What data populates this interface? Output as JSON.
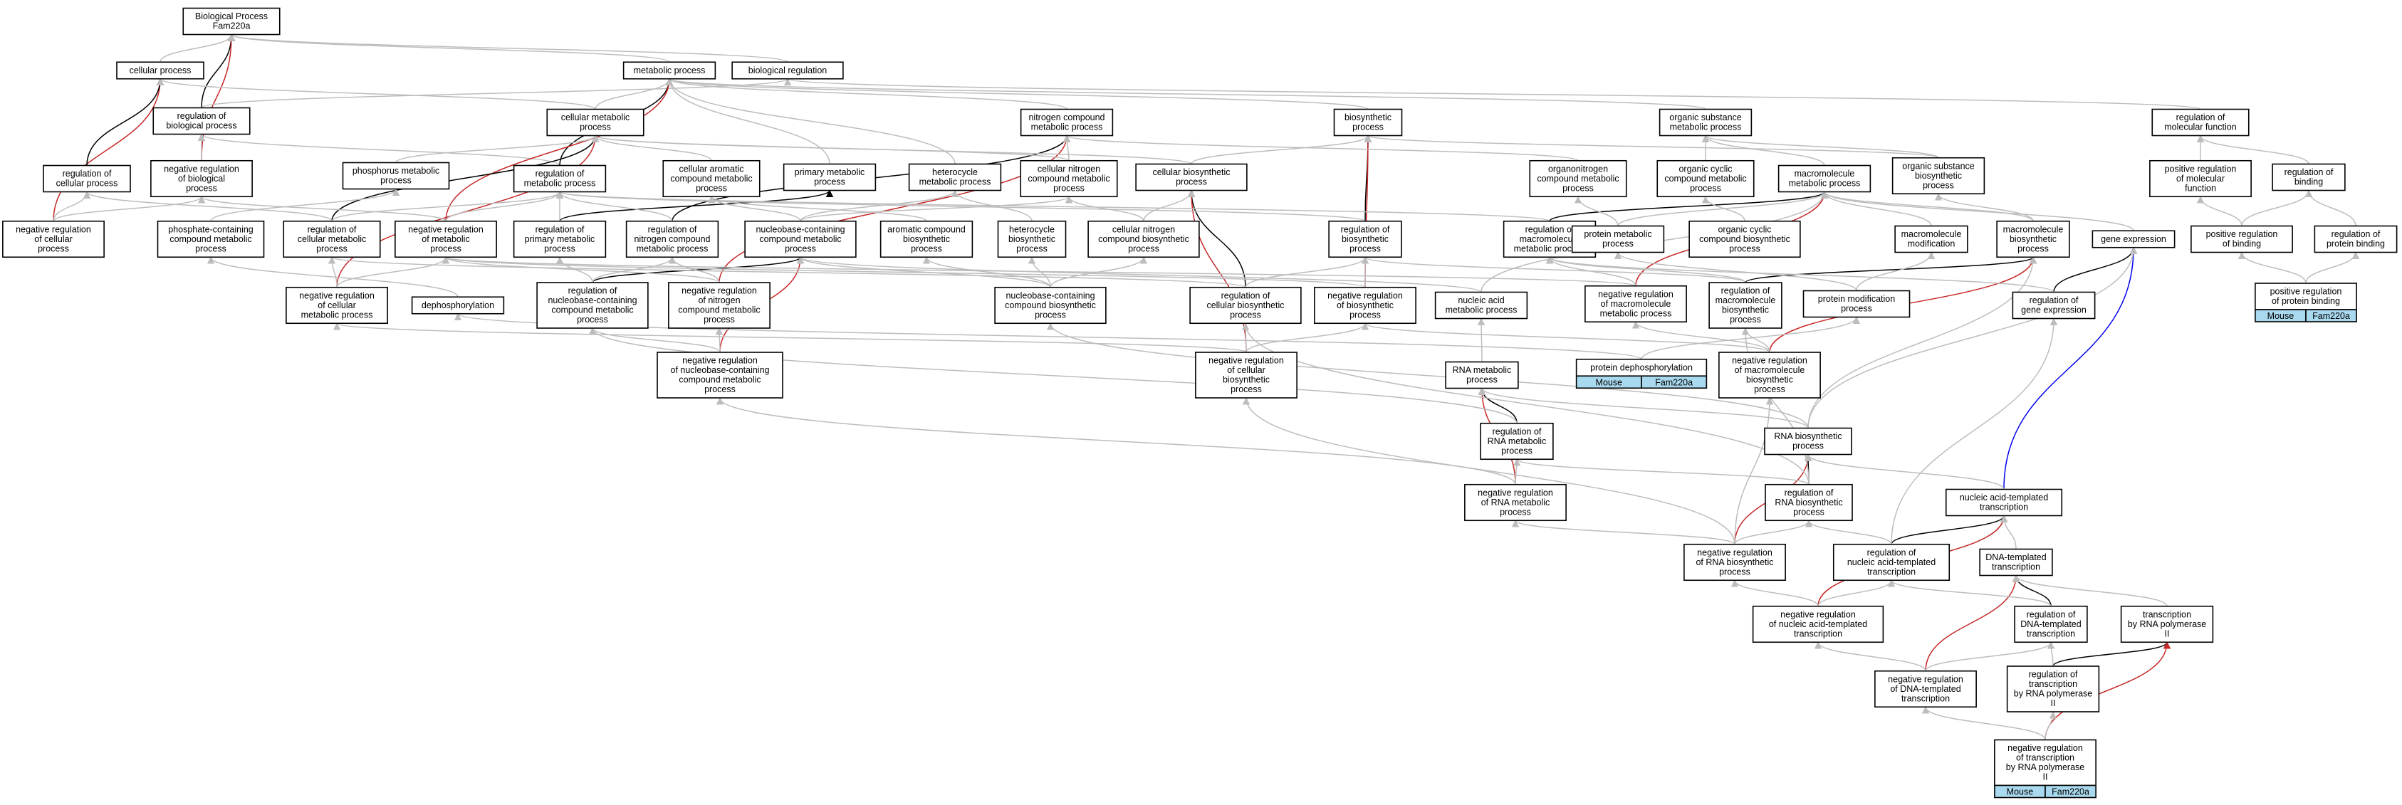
{
  "colors": {
    "is_a": "#bdbdbd",
    "part_of": "#000000",
    "negatively_regulates": "#c62828",
    "positively_regulates": "#0000ee",
    "annotation_fill": "#a9d9ee"
  },
  "annotation": {
    "species": "Mouse",
    "gene": "Fam220a"
  },
  "nodes": {
    "n00": {
      "lines": [
        "Biological Process",
        "Fam220a"
      ]
    },
    "n01": {
      "lines": [
        "cellular process"
      ]
    },
    "n02": {
      "lines": [
        "metabolic process"
      ]
    },
    "n03": {
      "lines": [
        "biological regulation"
      ]
    },
    "n04": {
      "lines": [
        "regulation of",
        "biological process"
      ]
    },
    "n05": {
      "lines": [
        "cellular metabolic",
        "process"
      ]
    },
    "n06": {
      "lines": [
        "nitrogen compound",
        "metabolic process"
      ]
    },
    "n07": {
      "lines": [
        "biosynthetic",
        "process"
      ]
    },
    "n08": {
      "lines": [
        "organic substance",
        "metabolic process"
      ]
    },
    "n09": {
      "lines": [
        "regulation of",
        "molecular function"
      ]
    },
    "n10": {
      "lines": [
        "regulation of",
        "cellular process"
      ]
    },
    "n11": {
      "lines": [
        "negative regulation",
        "of biological",
        "process"
      ]
    },
    "n12": {
      "lines": [
        "phosphorus metabolic",
        "process"
      ]
    },
    "n13": {
      "lines": [
        "regulation of",
        "metabolic process"
      ]
    },
    "n14": {
      "lines": [
        "cellular aromatic",
        "compound metabolic",
        "process"
      ]
    },
    "n15": {
      "lines": [
        "primary metabolic",
        "process"
      ]
    },
    "n16": {
      "lines": [
        "heterocycle",
        "metabolic process"
      ]
    },
    "n17": {
      "lines": [
        "cellular nitrogen",
        "compound metabolic",
        "process"
      ]
    },
    "n18": {
      "lines": [
        "cellular biosynthetic",
        "process"
      ]
    },
    "n19": {
      "lines": [
        "organonitrogen",
        "compound metabolic",
        "process"
      ]
    },
    "n20": {
      "lines": [
        "organic cyclic",
        "compound metabolic",
        "process"
      ]
    },
    "n21": {
      "lines": [
        "macromolecule",
        "metabolic process"
      ]
    },
    "n22": {
      "lines": [
        "organic substance",
        "biosynthetic",
        "process"
      ]
    },
    "n23": {
      "lines": [
        "positive regulation",
        "of molecular",
        "function"
      ]
    },
    "n24": {
      "lines": [
        "regulation of",
        "binding"
      ]
    },
    "n25": {
      "lines": [
        "negative regulation",
        "of cellular",
        "process"
      ]
    },
    "n26": {
      "lines": [
        "phosphate-containing",
        "compound metabolic",
        "process"
      ]
    },
    "n27": {
      "lines": [
        "regulation of",
        "cellular metabolic",
        "process"
      ]
    },
    "n28": {
      "lines": [
        "negative regulation",
        "of metabolic",
        "process"
      ]
    },
    "n29": {
      "lines": [
        "regulation of",
        "primary metabolic",
        "process"
      ]
    },
    "n30": {
      "lines": [
        "regulation of",
        "nitrogen compound",
        "metabolic process"
      ]
    },
    "n31": {
      "lines": [
        "nucleobase-containing",
        "compound metabolic",
        "process"
      ]
    },
    "n32": {
      "lines": [
        "aromatic compound",
        "biosynthetic",
        "process"
      ]
    },
    "n33": {
      "lines": [
        "heterocycle",
        "biosynthetic",
        "process"
      ]
    },
    "n34": {
      "lines": [
        "cellular nitrogen",
        "compound biosynthetic",
        "process"
      ]
    },
    "n35": {
      "lines": [
        "regulation of",
        "biosynthetic",
        "process"
      ]
    },
    "n36": {
      "lines": [
        "regulation of",
        "macromolecule",
        "metabolic process"
      ]
    },
    "n37": {
      "lines": [
        "protein metabolic",
        "process"
      ]
    },
    "n38": {
      "lines": [
        "organic cyclic",
        "compound biosynthetic",
        "process"
      ]
    },
    "n39": {
      "lines": [
        "macromolecule",
        "modification"
      ]
    },
    "n40": {
      "lines": [
        "macromolecule",
        "biosynthetic",
        "process"
      ]
    },
    "n41": {
      "lines": [
        "gene expression"
      ]
    },
    "n42": {
      "lines": [
        "positive regulation",
        "of binding"
      ]
    },
    "n43": {
      "lines": [
        "regulation of",
        "protein binding"
      ]
    },
    "n44": {
      "lines": [
        "negative regulation",
        "of cellular",
        "metabolic process"
      ]
    },
    "n45": {
      "lines": [
        "dephosphorylation"
      ]
    },
    "n46": {
      "lines": [
        "regulation of",
        "nucleobase-containing",
        "compound metabolic",
        "process"
      ]
    },
    "n47": {
      "lines": [
        "negative regulation",
        "of nitrogen",
        "compound metabolic",
        "process"
      ]
    },
    "n48": {
      "lines": [
        "nucleobase-containing",
        "compound biosynthetic",
        "process"
      ]
    },
    "n49": {
      "lines": [
        "regulation of",
        "cellular biosynthetic",
        "process"
      ]
    },
    "n50": {
      "lines": [
        "negative regulation",
        "of biosynthetic",
        "process"
      ]
    },
    "n51": {
      "lines": [
        "nucleic acid",
        "metabolic process"
      ]
    },
    "n52": {
      "lines": [
        "negative regulation",
        "of macromolecule",
        "metabolic process"
      ]
    },
    "n53": {
      "lines": [
        "regulation of",
        "macromolecule",
        "biosynthetic",
        "process"
      ]
    },
    "n54": {
      "lines": [
        "protein modification",
        "process"
      ]
    },
    "n55": {
      "lines": [
        "regulation of",
        "gene expression"
      ]
    },
    "n56": {
      "lines": [
        "positive regulation",
        "of protein binding"
      ]
    },
    "n57": {
      "lines": [
        "negative regulation",
        "of nucleobase-containing",
        "compound metabolic",
        "process"
      ]
    },
    "n58": {
      "lines": [
        "negative regulation",
        "of cellular",
        "biosynthetic",
        "process"
      ]
    },
    "n59": {
      "lines": [
        "RNA metabolic",
        "process"
      ]
    },
    "n60": {
      "lines": [
        "protein dephosphorylation"
      ]
    },
    "n61": {
      "lines": [
        "negative regulation",
        "of macromolecule",
        "biosynthetic",
        "process"
      ]
    },
    "n62": {
      "lines": [
        "regulation of",
        "RNA metabolic",
        "process"
      ]
    },
    "n63": {
      "lines": [
        "RNA biosynthetic",
        "process"
      ]
    },
    "n64": {
      "lines": [
        "regulation of",
        "RNA biosynthetic",
        "process"
      ]
    },
    "n65": {
      "lines": [
        "negative regulation",
        "of RNA metabolic",
        "process"
      ]
    },
    "n66": {
      "lines": [
        "nucleic acid-templated",
        "transcription"
      ]
    },
    "n67": {
      "lines": [
        "negative regulation",
        "of RNA biosynthetic",
        "process"
      ]
    },
    "n68": {
      "lines": [
        "regulation of",
        "nucleic acid-templated",
        "transcription"
      ]
    },
    "n69": {
      "lines": [
        "DNA-templated",
        "transcription"
      ]
    },
    "n70": {
      "lines": [
        "negative regulation",
        "of nucleic acid-templated",
        "transcription"
      ]
    },
    "n71": {
      "lines": [
        "regulation of",
        "DNA-templated",
        "transcription"
      ]
    },
    "n72": {
      "lines": [
        "transcription",
        "by RNA polymerase",
        "II"
      ]
    },
    "n73": {
      "lines": [
        "negative regulation",
        "of DNA-templated",
        "transcription"
      ]
    },
    "n74": {
      "lines": [
        "regulation of",
        "transcription",
        "by RNA polymerase",
        "II"
      ]
    },
    "n75": {
      "lines": [
        "negative regulation",
        "of transcription",
        "by RNA polymerase",
        "II"
      ]
    }
  },
  "annotated_terms": [
    "n60",
    "n56",
    "n75"
  ],
  "edges": [
    [
      "n01",
      "n00",
      "is_a"
    ],
    [
      "n03",
      "n00",
      "is_a"
    ],
    [
      "n10",
      "n01",
      "is_a"
    ],
    [
      "n04",
      "n00",
      "part_of"
    ],
    [
      "n11",
      "n00",
      "negatively_regulates"
    ],
    [
      "n25",
      "n01",
      "negatively_regulates"
    ],
    [
      "n10",
      "n01",
      "part_of"
    ],
    [
      "n05",
      "n01",
      "is_a"
    ],
    [
      "n02",
      "n00",
      "is_a"
    ],
    [
      "n05",
      "n02",
      "is_a"
    ],
    [
      "n06",
      "n02",
      "is_a"
    ],
    [
      "n07",
      "n02",
      "is_a"
    ],
    [
      "n08",
      "n02",
      "is_a"
    ],
    [
      "n04",
      "n03",
      "is_a"
    ],
    [
      "n09",
      "n03",
      "is_a"
    ],
    [
      "n13",
      "n04",
      "is_a"
    ],
    [
      "n13",
      "n02",
      "part_of"
    ],
    [
      "n28",
      "n02",
      "negatively_regulates"
    ],
    [
      "n27",
      "n05",
      "part_of"
    ],
    [
      "n30",
      "n06",
      "part_of"
    ],
    [
      "n35",
      "n07",
      "part_of"
    ],
    [
      "n50",
      "n07",
      "negatively_regulates"
    ],
    [
      "n44",
      "n05",
      "negatively_regulates"
    ],
    [
      "n47",
      "n06",
      "negatively_regulates"
    ],
    [
      "n29",
      "n15",
      "part_of"
    ],
    [
      "n36",
      "n21",
      "part_of"
    ],
    [
      "n52",
      "n21",
      "negatively_regulates"
    ],
    [
      "n46",
      "n31",
      "part_of"
    ],
    [
      "n57",
      "n31",
      "negatively_regulates"
    ],
    [
      "n49",
      "n18",
      "part_of"
    ],
    [
      "n58",
      "n18",
      "negatively_regulates"
    ],
    [
      "n53",
      "n40",
      "part_of"
    ],
    [
      "n61",
      "n40",
      "negatively_regulates"
    ],
    [
      "n62",
      "n59",
      "part_of"
    ],
    [
      "n65",
      "n59",
      "negatively_regulates"
    ],
    [
      "n64",
      "n63",
      "part_of"
    ],
    [
      "n67",
      "n63",
      "negatively_regulates"
    ],
    [
      "n68",
      "n66",
      "part_of"
    ],
    [
      "n70",
      "n66",
      "negatively_regulates"
    ],
    [
      "n71",
      "n69",
      "part_of"
    ],
    [
      "n73",
      "n69",
      "negatively_regulates"
    ],
    [
      "n74",
      "n72",
      "part_of"
    ],
    [
      "n75",
      "n72",
      "negatively_regulates"
    ],
    [
      "n55",
      "n41",
      "part_of"
    ],
    [
      "n66",
      "n41",
      "positively_regulates"
    ],
    [
      "n11",
      "n04",
      "is_a"
    ],
    [
      "n25",
      "n10",
      "is_a"
    ],
    [
      "n25",
      "n11",
      "is_a"
    ],
    [
      "n12",
      "n05",
      "is_a"
    ],
    [
      "n14",
      "n05",
      "is_a"
    ],
    [
      "n15",
      "n02",
      "is_a"
    ],
    [
      "n16",
      "n02",
      "is_a"
    ],
    [
      "n17",
      "n06",
      "is_a"
    ],
    [
      "n17",
      "n05",
      "is_a"
    ],
    [
      "n18",
      "n07",
      "is_a"
    ],
    [
      "n18",
      "n05",
      "is_a"
    ],
    [
      "n19",
      "n06",
      "is_a"
    ],
    [
      "n20",
      "n08",
      "is_a"
    ],
    [
      "n21",
      "n08",
      "is_a"
    ],
    [
      "n22",
      "n08",
      "is_a"
    ],
    [
      "n22",
      "n07",
      "is_a"
    ],
    [
      "n23",
      "n09",
      "is_a"
    ],
    [
      "n24",
      "n09",
      "is_a"
    ],
    [
      "n26",
      "n12",
      "is_a"
    ],
    [
      "n27",
      "n13",
      "is_a"
    ],
    [
      "n27",
      "n10",
      "is_a"
    ],
    [
      "n28",
      "n13",
      "is_a"
    ],
    [
      "n28",
      "n11",
      "is_a"
    ],
    [
      "n29",
      "n13",
      "is_a"
    ],
    [
      "n30",
      "n13",
      "is_a"
    ],
    [
      "n31",
      "n14",
      "is_a"
    ],
    [
      "n31",
      "n16",
      "is_a"
    ],
    [
      "n31",
      "n17",
      "is_a"
    ],
    [
      "n32",
      "n14",
      "is_a"
    ],
    [
      "n33",
      "n16",
      "is_a"
    ],
    [
      "n34",
      "n17",
      "is_a"
    ],
    [
      "n34",
      "n18",
      "is_a"
    ],
    [
      "n35",
      "n13",
      "is_a"
    ],
    [
      "n36",
      "n13",
      "is_a"
    ],
    [
      "n37",
      "n21",
      "is_a"
    ],
    [
      "n37",
      "n19",
      "is_a"
    ],
    [
      "n38",
      "n20",
      "is_a"
    ],
    [
      "n39",
      "n21",
      "is_a"
    ],
    [
      "n40",
      "n21",
      "is_a"
    ],
    [
      "n40",
      "n22",
      "is_a"
    ],
    [
      "n41",
      "n21",
      "is_a"
    ],
    [
      "n42",
      "n24",
      "is_a"
    ],
    [
      "n42",
      "n23",
      "is_a"
    ],
    [
      "n43",
      "n24",
      "is_a"
    ],
    [
      "n44",
      "n27",
      "is_a"
    ],
    [
      "n44",
      "n28",
      "is_a"
    ],
    [
      "n45",
      "n26",
      "is_a"
    ],
    [
      "n46",
      "n29",
      "is_a"
    ],
    [
      "n46",
      "n30",
      "is_a"
    ],
    [
      "n47",
      "n30",
      "is_a"
    ],
    [
      "n47",
      "n28",
      "is_a"
    ],
    [
      "n48",
      "n31",
      "is_a"
    ],
    [
      "n48",
      "n32",
      "is_a"
    ],
    [
      "n48",
      "n33",
      "is_a"
    ],
    [
      "n48",
      "n34",
      "is_a"
    ],
    [
      "n49",
      "n35",
      "is_a"
    ],
    [
      "n49",
      "n27",
      "is_a"
    ],
    [
      "n50",
      "n35",
      "is_a"
    ],
    [
      "n50",
      "n28",
      "is_a"
    ],
    [
      "n51",
      "n31",
      "is_a"
    ],
    [
      "n51",
      "n21",
      "is_a"
    ],
    [
      "n52",
      "n36",
      "is_a"
    ],
    [
      "n52",
      "n28",
      "is_a"
    ],
    [
      "n53",
      "n36",
      "is_a"
    ],
    [
      "n53",
      "n35",
      "is_a"
    ],
    [
      "n54",
      "n39",
      "is_a"
    ],
    [
      "n54",
      "n37",
      "is_a"
    ],
    [
      "n55",
      "n36",
      "is_a"
    ],
    [
      "n56",
      "n43",
      "is_a"
    ],
    [
      "n56",
      "n42",
      "is_a"
    ],
    [
      "n57",
      "n46",
      "is_a"
    ],
    [
      "n57",
      "n47",
      "is_a"
    ],
    [
      "n58",
      "n49",
      "is_a"
    ],
    [
      "n58",
      "n50",
      "is_a"
    ],
    [
      "n58",
      "n44",
      "is_a"
    ],
    [
      "n59",
      "n51",
      "is_a"
    ],
    [
      "n60",
      "n45",
      "is_a"
    ],
    [
      "n60",
      "n54",
      "is_a"
    ],
    [
      "n61",
      "n53",
      "is_a"
    ],
    [
      "n61",
      "n52",
      "is_a"
    ],
    [
      "n61",
      "n50",
      "is_a"
    ],
    [
      "n62",
      "n46",
      "is_a"
    ],
    [
      "n63",
      "n59",
      "is_a"
    ],
    [
      "n63",
      "n48",
      "is_a"
    ],
    [
      "n63",
      "n40",
      "is_a"
    ],
    [
      "n63",
      "n41",
      "is_a"
    ],
    [
      "n64",
      "n62",
      "is_a"
    ],
    [
      "n64",
      "n53",
      "is_a"
    ],
    [
      "n64",
      "n49",
      "is_a"
    ],
    [
      "n65",
      "n62",
      "is_a"
    ],
    [
      "n65",
      "n57",
      "is_a"
    ],
    [
      "n66",
      "n63",
      "is_a"
    ],
    [
      "n67",
      "n64",
      "is_a"
    ],
    [
      "n67",
      "n65",
      "is_a"
    ],
    [
      "n67",
      "n61",
      "is_a"
    ],
    [
      "n67",
      "n58",
      "is_a"
    ],
    [
      "n68",
      "n64",
      "is_a"
    ],
    [
      "n68",
      "n55",
      "is_a"
    ],
    [
      "n69",
      "n66",
      "is_a"
    ],
    [
      "n70",
      "n68",
      "is_a"
    ],
    [
      "n70",
      "n67",
      "is_a"
    ],
    [
      "n71",
      "n68",
      "is_a"
    ],
    [
      "n72",
      "n69",
      "is_a"
    ],
    [
      "n73",
      "n71",
      "is_a"
    ],
    [
      "n73",
      "n70",
      "is_a"
    ],
    [
      "n74",
      "n71",
      "is_a"
    ],
    [
      "n75",
      "n74",
      "is_a"
    ],
    [
      "n75",
      "n73",
      "is_a"
    ]
  ]
}
